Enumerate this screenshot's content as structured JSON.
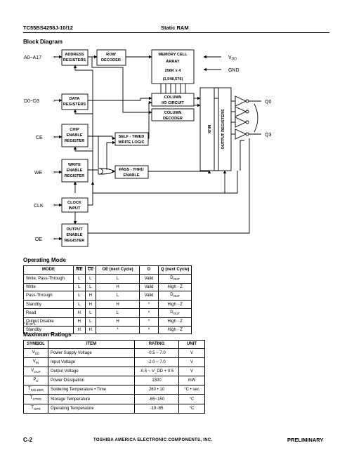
{
  "header": {
    "part_number": "TC55BS4258J-10/12",
    "title": "Static RAM"
  },
  "block_diagram": {
    "title": "Block Diagram",
    "pins": {
      "address": "A0~A17",
      "data": "D0~D3",
      "ce": "CE",
      "we": "WE",
      "clk": "CLK",
      "oe": "OE"
    },
    "blocks": {
      "address_registers": [
        "ADDRESS",
        "REGISTERS"
      ],
      "row_decoder": [
        "ROW",
        "DECODER"
      ],
      "memory_cell_array": [
        "MEMORY CELL",
        "ARRAY",
        "256K x 4",
        "(1,048,576)"
      ],
      "data_registers": [
        "DATA",
        "REGISTERS"
      ],
      "column_io_circuit": [
        "COLUMN",
        "I/O CIRCUIT"
      ],
      "column_decoder": [
        "COLUMN",
        "DECODER"
      ],
      "chip_enable_register": [
        "CHIP",
        "ENABLE",
        "REGISTER"
      ],
      "self_timed_write_logic": [
        "SELF - TIMED",
        "WRITE LOGIC"
      ],
      "write_enable_register": [
        "WRITE",
        "ENABLE",
        "REGISTER"
      ],
      "pass_thru_enable": [
        "PASS - THRU",
        "ENABLE"
      ],
      "clock_input": [
        "CLOCK",
        "INPUT"
      ],
      "output_enable_register": [
        "OUTPUT",
        "ENABLE",
        "REGISTER"
      ],
      "mux": "MUX",
      "output_registers": "OUTPUT REGISTERS"
    },
    "power": {
      "vdd": "V",
      "vdd_sub": "DD",
      "gnd": "GND"
    },
    "outputs": {
      "q0": "Q0",
      "q3": "Q3"
    }
  },
  "operating_mode": {
    "title": "Operating Mode",
    "columns": [
      "MODE",
      "WE",
      "CE",
      "OE (next Cycle)",
      "D",
      "Q (next Cycle)"
    ],
    "rows": [
      [
        "Write, Pass-Through",
        "L",
        "L",
        "L",
        "Valid",
        "D_OUT"
      ],
      [
        "Write",
        "L",
        "L",
        "H",
        "Valid",
        "High - Z"
      ],
      [
        "Pass-Through",
        "L",
        "H",
        "L",
        "Valid",
        "D_OUT"
      ],
      [
        "Standby",
        "L",
        "H",
        "H",
        "*",
        "High - Z"
      ],
      [
        "Read",
        "H",
        "L",
        "L",
        "*",
        "D_OUT"
      ],
      [
        "Output Disable",
        "H",
        "L",
        "H",
        "*",
        "High - Z"
      ],
      [
        "Standby",
        "H",
        "H",
        "*",
        "*",
        "High - Z"
      ]
    ],
    "footnote": "* H or L"
  },
  "maximum_ratings": {
    "title": "Maximum Ratings",
    "columns": [
      "SYMBOL",
      "ITEM",
      "RATING",
      "UNIT"
    ],
    "rows": [
      {
        "sym": "V",
        "sub": "DD",
        "item": "Power Supply Voltage",
        "rating": "-0.5 ~ 7.0",
        "unit": "V"
      },
      {
        "sym": "V",
        "sub": "IN",
        "item": "Input Voltage",
        "rating": "-2.0 ~ 7.0",
        "unit": "V"
      },
      {
        "sym": "V",
        "sub": "OUT",
        "item": "Output Voltage",
        "rating": "-0.5 ~ V_DD + 0.5",
        "unit": "V"
      },
      {
        "sym": "P",
        "sub": "D",
        "item": "Power Dissipation",
        "rating": "1300",
        "unit": "mW"
      },
      {
        "sym": "T",
        "sub": "SOLDER",
        "item": "Soldering Temperature • Time",
        "rating": "260 • 10",
        "unit": "°C • sec"
      },
      {
        "sym": "T",
        "sub": "STRG",
        "item": "Storage Temperature",
        "rating": "-65~150",
        "unit": "°C"
      },
      {
        "sym": "T",
        "sub": "OPR",
        "item": "Operating Temperature",
        "rating": "-10~85",
        "unit": "°C"
      }
    ]
  },
  "footer": {
    "page": "C-2",
    "company": "TOSHIBA AMERICA ELECTRONIC COMPONENTS, INC.",
    "status": "PRELIMINARY"
  }
}
